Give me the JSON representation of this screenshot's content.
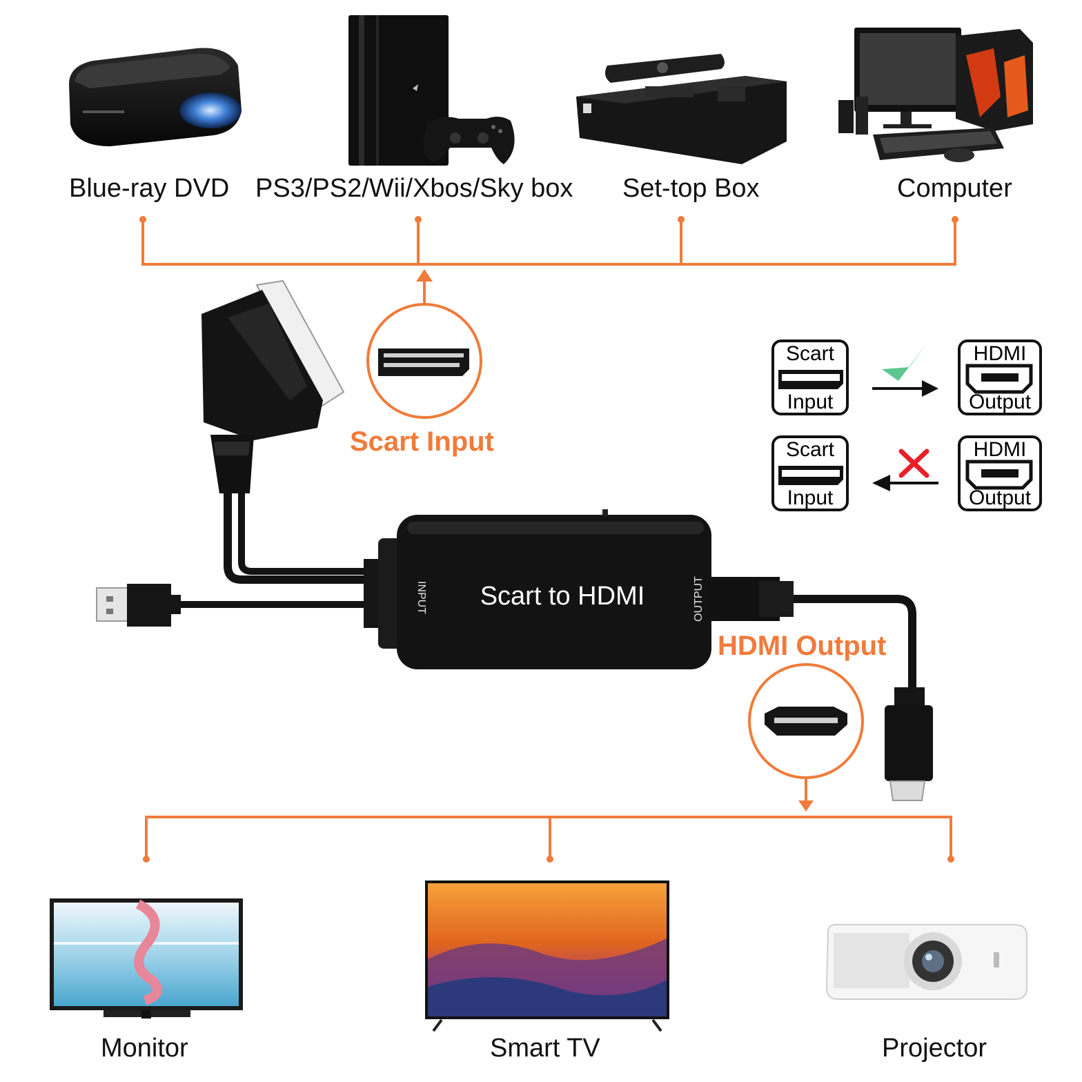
{
  "colors": {
    "accent": "#f07b3a",
    "check": "#5cc88f",
    "cross": "#e8202a",
    "device": "#151515"
  },
  "sources": [
    {
      "label": "Blue-ray DVD",
      "icon": "bluray-player-icon"
    },
    {
      "label": "PS3/PS2/Wii/Xbos/Sky box",
      "icon": "game-console-icon"
    },
    {
      "label": "Set-top Box",
      "icon": "set-top-box-icon"
    },
    {
      "label": "Computer",
      "icon": "desktop-computer-icon"
    }
  ],
  "displays": [
    {
      "label": "Monitor",
      "icon": "monitor-icon"
    },
    {
      "label": "Smart TV",
      "icon": "smart-tv-icon"
    },
    {
      "label": "Projector",
      "icon": "projector-icon"
    }
  ],
  "adapter": {
    "title": "Scart to HDMI",
    "input_port": "INPUT",
    "output_port": "OUTPUT"
  },
  "callouts": {
    "scart_input": "Scart Input",
    "hdmi_output": "HDMI Output"
  },
  "direction": {
    "forward": {
      "from_top": "Scart",
      "from_bottom": "Input",
      "to_top": "HDMI",
      "to_bottom": "Output",
      "mark": "check-icon"
    },
    "reverse": {
      "from_top": "Scart",
      "from_bottom": "Input",
      "to_top": "HDMI",
      "to_bottom": "Output",
      "mark": "cross-icon"
    }
  }
}
